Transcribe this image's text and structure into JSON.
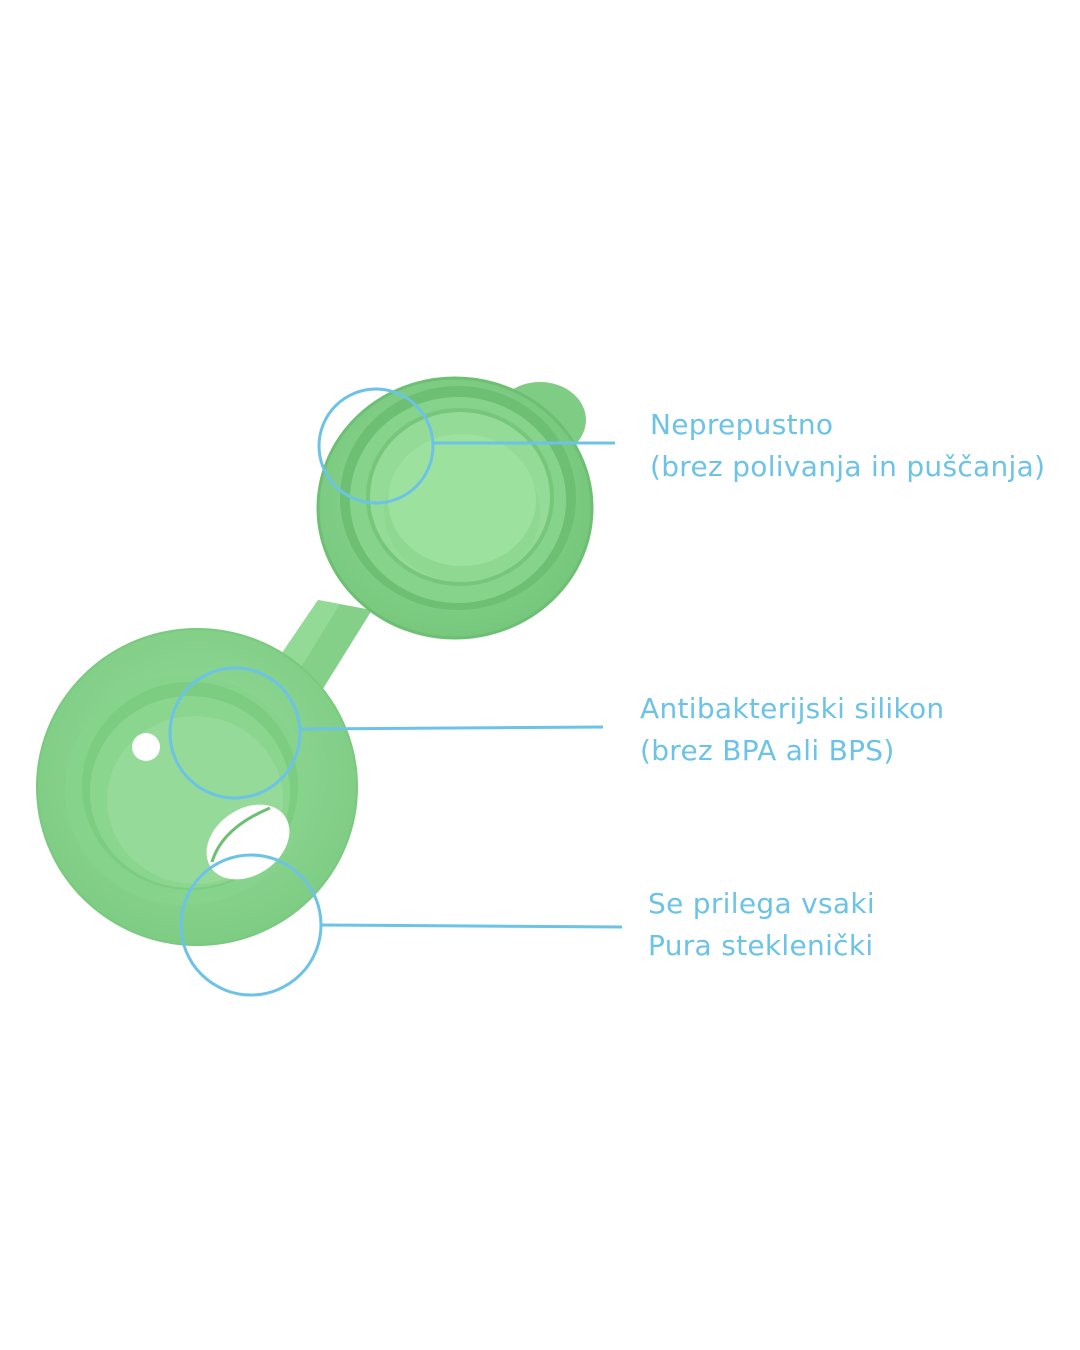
{
  "colors": {
    "silicone_light": "#9fe0a0",
    "silicone_mid": "#86d58b",
    "silicone_dark": "#6cbf73",
    "silicone_shadow": "#5aa964",
    "callout": "#6cc3e6",
    "background": "#ffffff"
  },
  "callouts": [
    {
      "line1": "Neprepustno",
      "line2": "(brez polivanja in puščanja)"
    },
    {
      "line1": "Antibakterijski silikon",
      "line2": "(brez BPA ali BPS)"
    },
    {
      "line1": "Se prilega vsaki",
      "line2": "Pura steklenički"
    }
  ]
}
